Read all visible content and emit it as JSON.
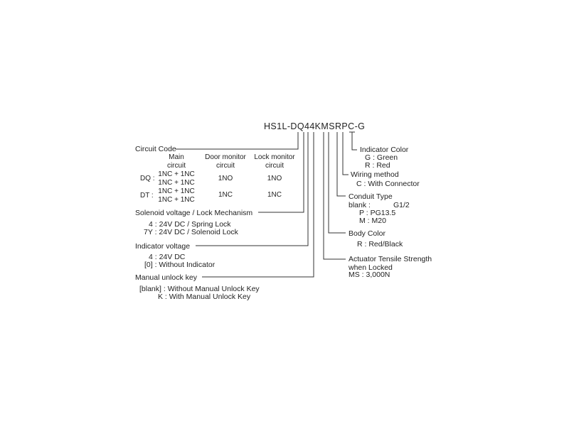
{
  "model_code": "HS1L-DQ44KMSRPC-G",
  "circuit_code": {
    "title": "Circuit Code",
    "col_main": "Main\ncircuit",
    "col_door": "Door monitor\ncircuit",
    "col_lock": "Lock monitor\ncircuit",
    "rows": [
      {
        "code": "DQ :",
        "main": "1NC + 1NC\n1NC + 1NC",
        "door": "1NO",
        "lock": "1NO"
      },
      {
        "code": "DT :",
        "main": "1NC + 1NC\n1NC + 1NC",
        "door": "1NC",
        "lock": "1NC"
      }
    ]
  },
  "solenoid": {
    "title": "Solenoid voltage / Lock Mechanism",
    "lines": [
      "4 : 24V DC / Spring Lock",
      "7Y : 24V DC / Solenoid Lock"
    ]
  },
  "indicator_voltage": {
    "title": "Indicator voltage",
    "lines": [
      "4 : 24V DC",
      "[0] : Without Indicator"
    ]
  },
  "manual_unlock": {
    "title": "Manual unlock key",
    "lines": [
      "[blank] : Without Manual Unlock Key",
      "K : With Manual Unlock Key"
    ]
  },
  "indicator_color": {
    "title": "Indicator Color",
    "lines": [
      "G : Green",
      "R : Red"
    ]
  },
  "wiring": {
    "title": "Wiring method",
    "lines": [
      "C : With Connector"
    ]
  },
  "conduit": {
    "title": "Conduit Type",
    "blank_label": "blank :",
    "blank_value": "G1/2",
    "lines": [
      "P : PG13.5",
      "M : M20"
    ]
  },
  "body_color": {
    "title": "Body Color",
    "lines": [
      "R : Red/Black"
    ]
  },
  "actuator": {
    "title": "Actuator Tensile Strength\nwhen Locked",
    "lines": [
      "MS : 3,000N"
    ]
  }
}
